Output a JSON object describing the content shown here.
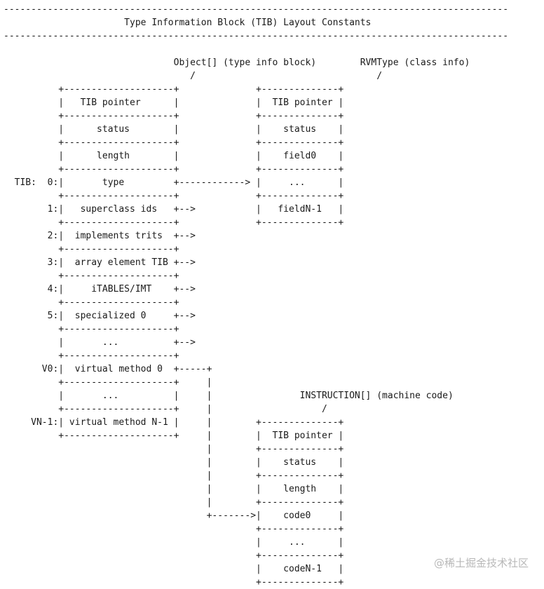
{
  "title": "Type Information Block (TIB) Layout Constants",
  "lines": [
    "--------------------------------------------------------------------------------------------",
    "                      Type Information Block (TIB) Layout Constants",
    "--------------------------------------------------------------------------------------------",
    "",
    "                               Object[] (type info block)        RVMType (class info)",
    "                                  /                                 /",
    "          +--------------------+              +--------------+",
    "          |   TIB pointer      |              |  TIB pointer |",
    "          +--------------------+              +--------------+",
    "          |      status        |              |    status    |",
    "          +--------------------+              +--------------+",
    "          |      length        |              |    field0    |",
    "          +--------------------+              +--------------+",
    "  TIB:  0:|       type         +------------> |     ...      |",
    "          +--------------------+              +--------------+",
    "        1:|   superclass ids   +-->           |   fieldN-1   |",
    "          +--------------------+              +--------------+",
    "        2:|  implements trits  +-->",
    "          +--------------------+",
    "        3:|  array element TIB +-->",
    "          +--------------------+",
    "        4:|     iTABLES/IMT    +-->",
    "          +--------------------+",
    "        5:|  specialized 0     +-->",
    "          +--------------------+",
    "          |       ...          +-->",
    "          +--------------------+",
    "       V0:|  virtual method 0  +-----+",
    "          +--------------------+     |",
    "          |       ...          |     |                INSTRUCTION[] (machine code)",
    "          +--------------------+     |                    /",
    "     VN-1:| virtual method N-1 |     |        +--------------+",
    "          +--------------------+     |        |  TIB pointer |",
    "                                     |        +--------------+",
    "                                     |        |    status    |",
    "                                     |        +--------------+",
    "                                     |        |    length    |",
    "                                     |        +--------------+",
    "                                     +------->|    code0     |",
    "                                              +--------------+",
    "                                              |     ...      |",
    "                                              +--------------+",
    "                                              |    codeN-1   |",
    "                                              +--------------+"
  ],
  "watermark": "@稀土掘金技术社区"
}
